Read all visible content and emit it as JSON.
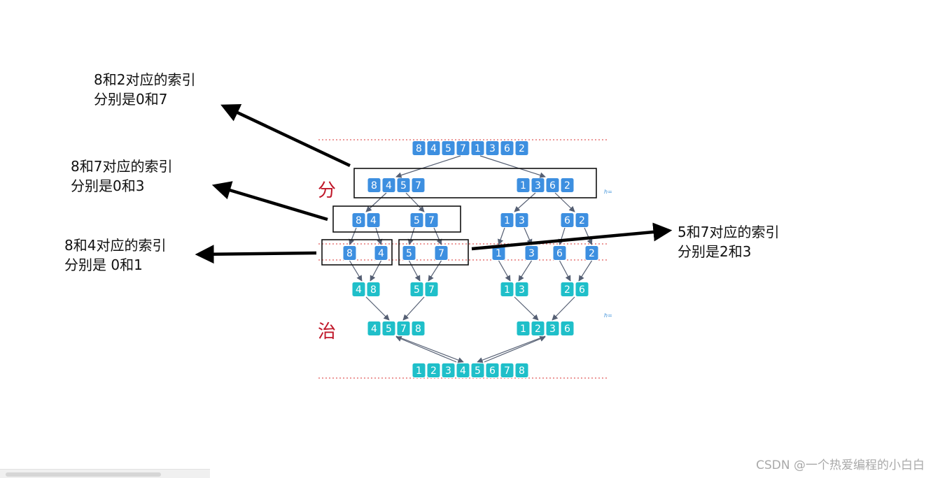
{
  "annotations": [
    {
      "id": "note-8-2",
      "lines": [
        "8和2对应的索引",
        "分别是0和7"
      ]
    },
    {
      "id": "note-8-7",
      "lines": [
        "8和7对应的索引",
        "分别是0和3"
      ]
    },
    {
      "id": "note-8-4",
      "lines": [
        "8和4对应的索引",
        "分别是 0和1"
      ]
    },
    {
      "id": "note-5-7",
      "lines": [
        "5和7对应的索引",
        "分别是2和3"
      ]
    }
  ],
  "labels": {
    "divide": "分",
    "conquer": "治",
    "tiny_mark_1": "h=",
    "tiny_mark_2": "h="
  },
  "watermark": "CSDN @一个热爱编程的小白白",
  "colors": {
    "divide_box": "#3d8fe0",
    "conquer_box": "#1fbfc9",
    "arrow": "#555f73",
    "dotted_line": "#e05a5a",
    "label_red": "#c0182a",
    "outline": "#111111"
  },
  "diagram": {
    "divide_levels": [
      [
        [
          "8",
          "4",
          "5",
          "7",
          "1",
          "3",
          "6",
          "2"
        ]
      ],
      [
        [
          "8",
          "4",
          "5",
          "7"
        ],
        [
          "1",
          "3",
          "6",
          "2"
        ]
      ],
      [
        [
          "8",
          "4"
        ],
        [
          "5",
          "7"
        ],
        [
          "1",
          "3"
        ],
        [
          "6",
          "2"
        ]
      ],
      [
        [
          "8"
        ],
        [
          "4"
        ],
        [
          "5"
        ],
        [
          "7"
        ],
        [
          "1"
        ],
        [
          "3"
        ],
        [
          "6"
        ],
        [
          "2"
        ]
      ]
    ],
    "conquer_levels": [
      [
        [
          "4",
          "8"
        ],
        [
          "5",
          "7"
        ],
        [
          "1",
          "3"
        ],
        [
          "2",
          "6"
        ]
      ],
      [
        [
          "4",
          "5",
          "7",
          "8"
        ],
        [
          "1",
          "2",
          "3",
          "6"
        ]
      ],
      [
        [
          "1",
          "2",
          "3",
          "4",
          "5",
          "6",
          "7",
          "8"
        ]
      ]
    ]
  }
}
